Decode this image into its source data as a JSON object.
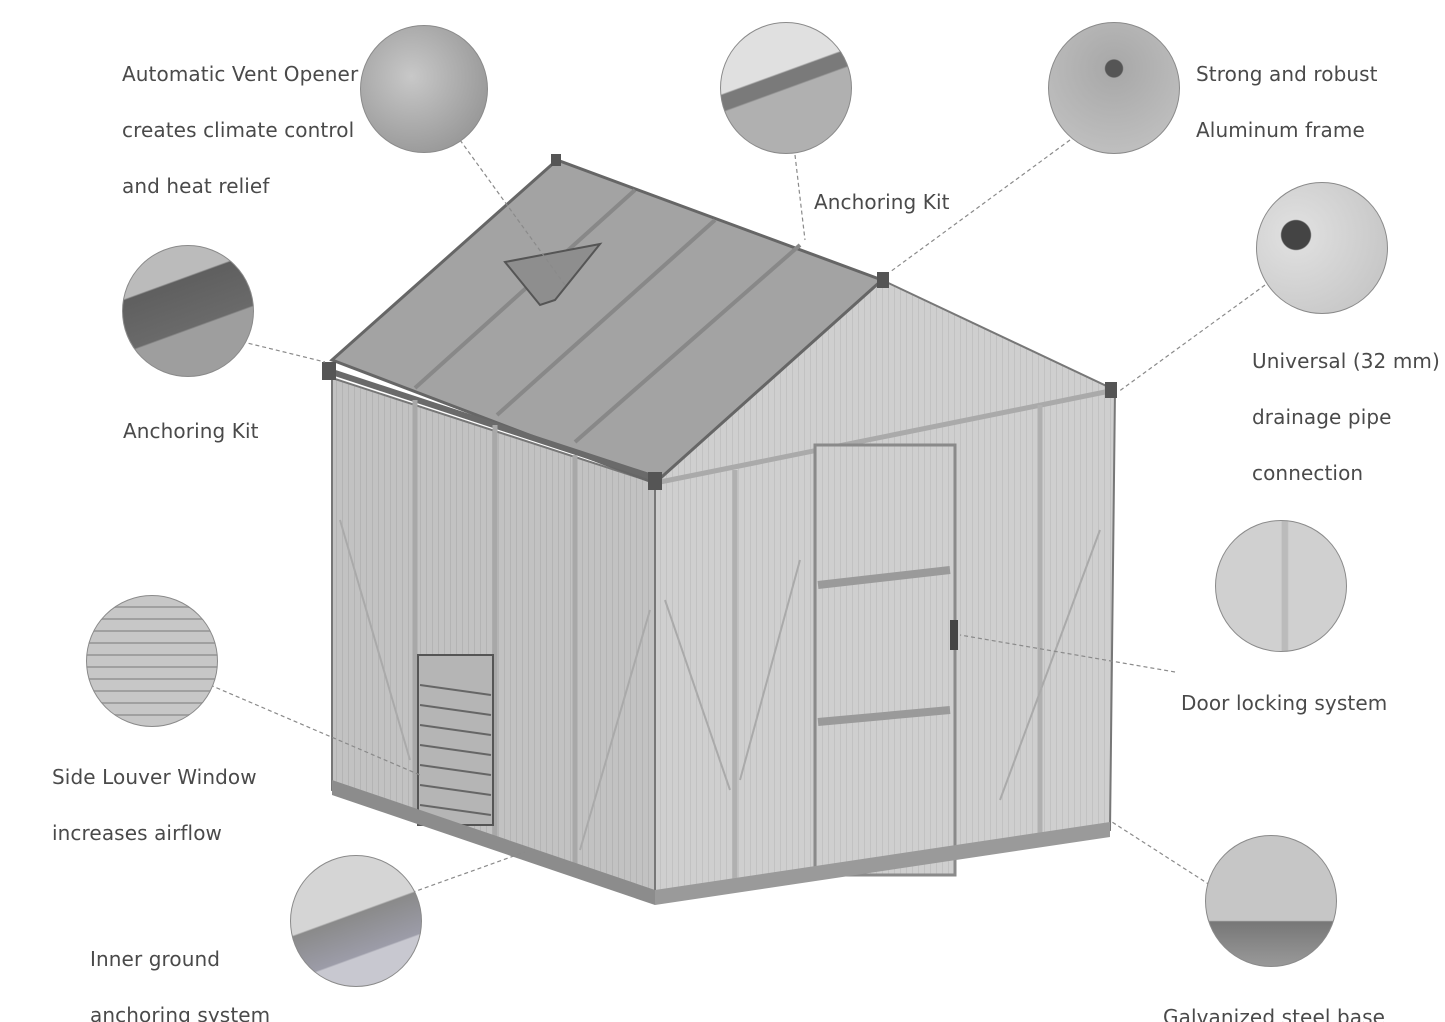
{
  "diagram": {
    "subject": "Greenhouse feature callouts",
    "colors": {
      "text": "#4a4a4a",
      "leader_line": "#8a8a8a",
      "frame": "#6e6e6e",
      "panel": "#c9c9c9",
      "roof_panel": "#9a9a9a"
    },
    "callouts": [
      {
        "id": "vent",
        "lines": [
          "Automatic Vent Opener",
          "creates climate control",
          "and heat relief"
        ],
        "icon": "vent-detail"
      },
      {
        "id": "anchor-top",
        "lines": [
          "Anchoring Kit"
        ],
        "icon": "anchor-bracket-detail"
      },
      {
        "id": "frame",
        "lines": [
          "Strong and robust",
          "Aluminum frame"
        ],
        "icon": "frame-corner-detail"
      },
      {
        "id": "anchor-left",
        "lines": [
          "Anchoring Kit"
        ],
        "icon": "anchor-plate-detail"
      },
      {
        "id": "drainage",
        "lines": [
          "Universal (32 mm)",
          "drainage pipe",
          "connection"
        ],
        "icon": "drainage-connector-detail"
      },
      {
        "id": "louver",
        "lines": [
          "Side Louver Window",
          "increases airflow"
        ],
        "icon": "louver-window-detail"
      },
      {
        "id": "door-lock",
        "lines": [
          "Door locking system"
        ],
        "icon": "door-handle-detail"
      },
      {
        "id": "ground-anchor",
        "lines": [
          "Inner ground",
          "anchoring system"
        ],
        "icon": "ground-stake-detail"
      },
      {
        "id": "base",
        "lines": [
          "Galvanized steel base"
        ],
        "icon": "steel-base-detail"
      }
    ]
  }
}
